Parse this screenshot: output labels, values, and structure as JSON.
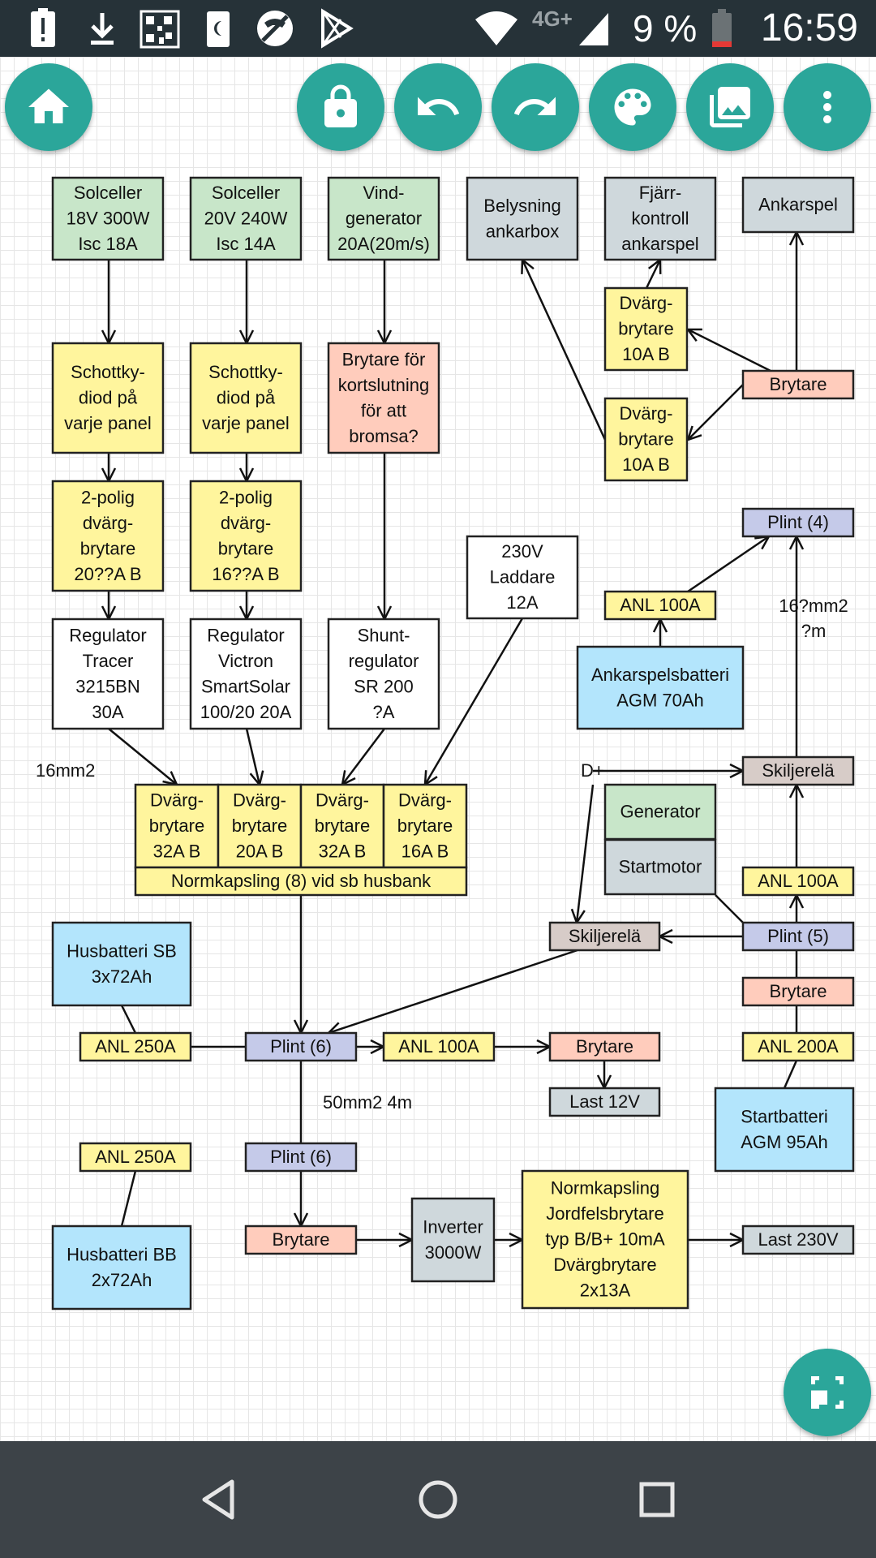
{
  "status_bar": {
    "time": "16:59",
    "battery_percent": "9 %",
    "network": "4G+",
    "icons": [
      "battery-alert-icon",
      "download-icon",
      "qr-code-icon",
      "phone-note-icon",
      "no-calls-icon",
      "play-store-icon",
      "wifi-icon",
      "signal-icon",
      "battery-icon"
    ]
  },
  "toolbar": {
    "buttons": [
      {
        "name": "home-button",
        "icon": "home-icon"
      },
      {
        "name": "lock-button",
        "icon": "lock-icon"
      },
      {
        "name": "undo-button",
        "icon": "undo-icon"
      },
      {
        "name": "redo-button",
        "icon": "redo-icon"
      },
      {
        "name": "palette-button",
        "icon": "palette-icon"
      },
      {
        "name": "image-button",
        "icon": "image-icon"
      },
      {
        "name": "more-button",
        "icon": "more-vert-icon"
      }
    ],
    "accent": "#2ba69a"
  },
  "colors": {
    "green": "#c8e6c9",
    "yellow": "#fff59d",
    "salmon": "#ffccbc",
    "white": "#ffffff",
    "gray": "#cfd8dc",
    "lavender": "#c5cae9",
    "blue": "#b3e5fc",
    "taupe": "#d7ccc8"
  },
  "diagram": {
    "nodes": [
      {
        "id": "sol1",
        "lines": [
          "Solceller",
          "18V 300W",
          "Isc 18A"
        ],
        "color": "green"
      },
      {
        "id": "sol2",
        "lines": [
          "Solceller",
          "20V 240W",
          "Isc 14A"
        ],
        "color": "green"
      },
      {
        "id": "vind",
        "lines": [
          "Vind-",
          "generator",
          "20A(20m/s)"
        ],
        "color": "green"
      },
      {
        "id": "bely",
        "lines": [
          "Belysning",
          "ankarbox"
        ],
        "color": "gray"
      },
      {
        "id": "fjarr",
        "lines": [
          "Fjärr-",
          "kontroll",
          "ankarspel"
        ],
        "color": "gray"
      },
      {
        "id": "ankspel",
        "lines": [
          "Ankarspel"
        ],
        "color": "gray"
      },
      {
        "id": "dv10a",
        "lines": [
          "Dvärg-",
          "brytare",
          "10A B"
        ],
        "color": "yellow"
      },
      {
        "id": "dv10b",
        "lines": [
          "Dvärg-",
          "brytare",
          "10A B"
        ],
        "color": "yellow"
      },
      {
        "id": "bryt_top",
        "lines": [
          "Brytare"
        ],
        "color": "salmon"
      },
      {
        "id": "sch1",
        "lines": [
          "Schottky-",
          "diod på",
          "varje panel"
        ],
        "color": "yellow"
      },
      {
        "id": "sch2",
        "lines": [
          "Schottky-",
          "diod på",
          "varje panel"
        ],
        "color": "yellow"
      },
      {
        "id": "brkort",
        "lines": [
          "Brytare för",
          "kortslutning",
          "för att",
          "bromsa?"
        ],
        "color": "salmon"
      },
      {
        "id": "pol1",
        "lines": [
          "2-polig",
          "dvärg-",
          "brytare",
          "20??A B"
        ],
        "color": "yellow"
      },
      {
        "id": "pol2",
        "lines": [
          "2-polig",
          "dvärg-",
          "brytare",
          "16??A B"
        ],
        "color": "yellow"
      },
      {
        "id": "plint4",
        "lines": [
          "Plint (4)"
        ],
        "color": "lavender"
      },
      {
        "id": "ladd",
        "lines": [
          "230V",
          "Laddare",
          "12A"
        ],
        "color": "white"
      },
      {
        "id": "anl100a",
        "lines": [
          "ANL 100A"
        ],
        "color": "yellow"
      },
      {
        "id": "reg1",
        "lines": [
          "Regulator",
          "Tracer",
          "3215BN",
          "30A"
        ],
        "color": "white"
      },
      {
        "id": "reg2",
        "lines": [
          "Regulator",
          "Victron",
          "SmartSolar",
          "100/20 20A"
        ],
        "color": "white"
      },
      {
        "id": "shunt",
        "lines": [
          "Shunt-",
          "regulator",
          "SR 200",
          "?A"
        ],
        "color": "white"
      },
      {
        "id": "ankbatt",
        "lines": [
          "Ankarspelsbatteri",
          "AGM 70Ah"
        ],
        "color": "blue"
      },
      {
        "id": "skilj1",
        "lines": [
          "Skiljerelä"
        ],
        "color": "taupe"
      },
      {
        "id": "dvb1",
        "lines": [
          "Dvärg-",
          "brytare",
          "32A B"
        ],
        "color": "yellow"
      },
      {
        "id": "dvb2",
        "lines": [
          "Dvärg-",
          "brytare",
          "20A B"
        ],
        "color": "yellow"
      },
      {
        "id": "dvb3",
        "lines": [
          "Dvärg-",
          "brytare",
          "32A B"
        ],
        "color": "yellow"
      },
      {
        "id": "dvb4",
        "lines": [
          "Dvärg-",
          "brytare",
          "16A B"
        ],
        "color": "yellow"
      },
      {
        "id": "normk8",
        "lines": [
          "Normkapsling (8) vid sb husbank"
        ],
        "color": "yellow"
      },
      {
        "id": "gen",
        "lines": [
          "Generator"
        ],
        "color": "green"
      },
      {
        "id": "start",
        "lines": [
          "Startmotor"
        ],
        "color": "gray"
      },
      {
        "id": "anl100b",
        "lines": [
          "ANL 100A"
        ],
        "color": "yellow"
      },
      {
        "id": "skilj2",
        "lines": [
          "Skiljerelä"
        ],
        "color": "taupe"
      },
      {
        "id": "plint5",
        "lines": [
          "Plint (5)"
        ],
        "color": "lavender"
      },
      {
        "id": "hussb",
        "lines": [
          "Husbatteri SB",
          "3x72Ah"
        ],
        "color": "blue"
      },
      {
        "id": "bryt_r",
        "lines": [
          "Brytare"
        ],
        "color": "salmon"
      },
      {
        "id": "anl250a",
        "lines": [
          "ANL 250A"
        ],
        "color": "yellow"
      },
      {
        "id": "plint6a",
        "lines": [
          "Plint (6)"
        ],
        "color": "lavender"
      },
      {
        "id": "anl100c",
        "lines": [
          "ANL 100A"
        ],
        "color": "yellow"
      },
      {
        "id": "bryt_m",
        "lines": [
          "Brytare"
        ],
        "color": "salmon"
      },
      {
        "id": "anl200",
        "lines": [
          "ANL 200A"
        ],
        "color": "yellow"
      },
      {
        "id": "last12",
        "lines": [
          "Last 12V"
        ],
        "color": "gray"
      },
      {
        "id": "startbatt",
        "lines": [
          "Startbatteri",
          "AGM 95Ah"
        ],
        "color": "blue"
      },
      {
        "id": "anl250b",
        "lines": [
          "ANL 250A"
        ],
        "color": "yellow"
      },
      {
        "id": "plint6b",
        "lines": [
          "Plint (6)"
        ],
        "color": "lavender"
      },
      {
        "id": "husbb",
        "lines": [
          "Husbatteri BB",
          "2x72Ah"
        ],
        "color": "blue"
      },
      {
        "id": "bryt_b",
        "lines": [
          "Brytare"
        ],
        "color": "salmon"
      },
      {
        "id": "inv",
        "lines": [
          "Inverter",
          "3000W"
        ],
        "color": "gray"
      },
      {
        "id": "normjf",
        "lines": [
          "Normkapsling",
          "Jordfelsbrytare",
          "typ B/B+ 10mA",
          "Dvärgbrytare",
          "2x13A"
        ],
        "color": "yellow"
      },
      {
        "id": "last230",
        "lines": [
          "Last 230V"
        ],
        "color": "gray"
      }
    ],
    "labels": [
      {
        "id": "lbl_16mm2",
        "text": "16mm2"
      },
      {
        "id": "lbl_dplus",
        "text": "D+"
      },
      {
        "id": "lbl_16qmm2",
        "lines": [
          "16?mm2",
          "?m"
        ]
      },
      {
        "id": "lbl_50mm2",
        "text": "50mm2 4m"
      }
    ]
  },
  "bottom_fab": {
    "icon": "fit-screen-icon"
  },
  "nav_bar": {
    "icons": [
      "back-icon",
      "home-circle-icon",
      "recents-icon"
    ]
  }
}
